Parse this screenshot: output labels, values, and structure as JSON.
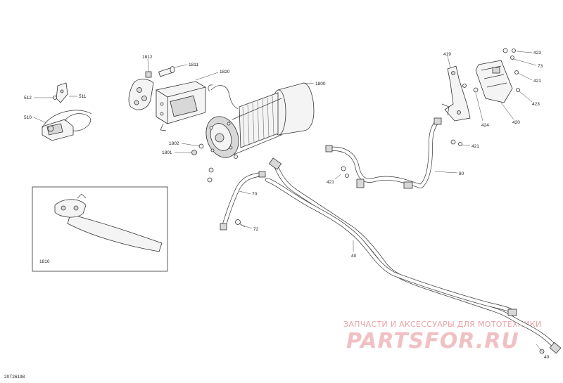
{
  "diagram_id": "20T26198",
  "callouts": {
    "c1812": "1812",
    "c1811": "1811",
    "c1820": "1820",
    "c1800": "1800",
    "c512": "512",
    "c511": "511",
    "c510": "510",
    "c1802": "1802",
    "c1801": "1801",
    "c70": "70",
    "c72": "72",
    "c40a": "40",
    "c40b": "40",
    "c1810": "1810",
    "c419": "419",
    "c423a": "423",
    "c73": "73",
    "c421a": "421",
    "c423b": "423",
    "c424": "424",
    "c420": "420",
    "c421b": "421",
    "c421c": "421",
    "c80": "80"
  },
  "watermark": {
    "line1": "ЗАПЧАСТИ И АКСЕССУАРЫ ДЛЯ МОТОТЕХНИКИ",
    "line2": "PARTSFOR.RU"
  }
}
